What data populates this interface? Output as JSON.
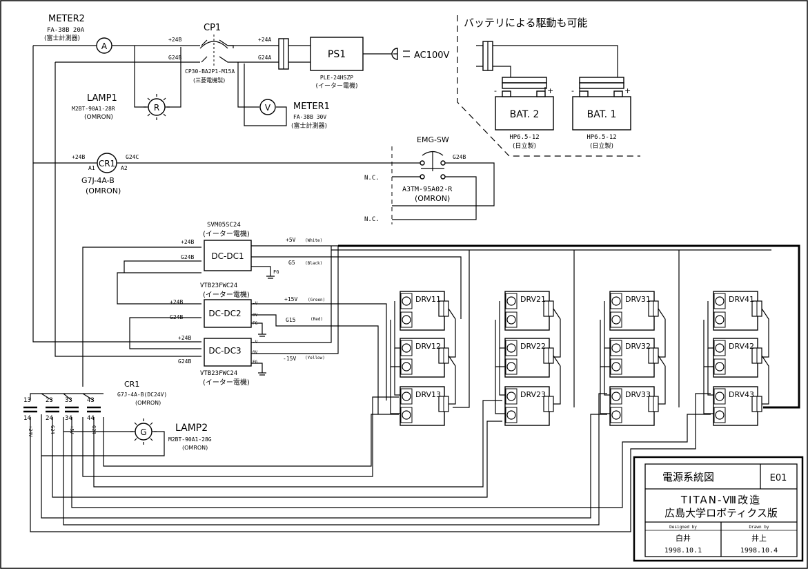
{
  "battery_note": "バッテリによる駆動も可能",
  "meter2": {
    "name": "METER2",
    "model": "FA-38B 20A",
    "maker": "(富士計測器)",
    "symbol": "A"
  },
  "meter1": {
    "name": "METER1",
    "model": "FA-38B 30V",
    "maker": "(富士計測器)",
    "symbol": "V"
  },
  "cp1": {
    "name": "CP1",
    "model": "CP30-BA2P1-M15A",
    "maker": "(三菱電機製)"
  },
  "ps1": {
    "name": "PS1",
    "model": "PLE-24HSZP",
    "maker": "(イーター電機)"
  },
  "ac": "AC100V",
  "lamp1": {
    "name": "LAMP1",
    "model": "M2BT-90A1-28R",
    "maker": "(OMRON)",
    "symbol": "R"
  },
  "cr1": {
    "name": "CR1",
    "model": "G7J-4A-B",
    "maker": "(OMRON)",
    "a1": "A1",
    "a2": "A2"
  },
  "emg": {
    "name": "EMG-SW",
    "model": "A3TM-95A02-R",
    "maker": "(OMRON)",
    "nc": "N.C."
  },
  "bat2": {
    "name": "BAT. 2",
    "model": "HP6.5-12",
    "maker": "(日立製)"
  },
  "bat1": {
    "name": "BAT. 1",
    "model": "HP6.5-12",
    "maker": "(日立製)"
  },
  "dc1": {
    "name": "DC-DC1",
    "model": "SVM05SC24",
    "maker": "(イーター電機)",
    "fg": "FG"
  },
  "dc2": {
    "name": "DC-DC2",
    "model": "VTB23FWC24",
    "maker": "(イーター電機)"
  },
  "dc3": {
    "name": "DC-DC3",
    "model": "VTB23FWC24",
    "maker": "(イーター電機)"
  },
  "pins": {
    "minus_v": "-V",
    "zero_v": "0V",
    "fg": "FG"
  },
  "nets": {
    "p24b": "+24B",
    "g24b": "G24B",
    "p24a": "+24A",
    "g24a": "G24A",
    "g24c": "G24C",
    "p5v": "+5V",
    "p5v_color": "(White)",
    "g5": "G5",
    "g5_color": "(Black)",
    "p15v": "+15V",
    "p15v_color": "(Green)",
    "g15": "G15",
    "g15_color": "(Red)",
    "m15v": "-15V",
    "m15v_color": "(Yellow)"
  },
  "cr1b": {
    "name": "CR1",
    "model": "G7J-4A-B(DC24V)",
    "maker": "(OMRON)",
    "top": [
      "13",
      "23",
      "33",
      "43"
    ],
    "bottom": [
      "14",
      "24",
      "34",
      "44"
    ],
    "vert": [
      "+24V",
      "G24",
      "+5V",
      "G24"
    ]
  },
  "lamp2": {
    "name": "LAMP2",
    "model": "M2BT-90A1-28G",
    "maker": "(OMRON)",
    "symbol": "G"
  },
  "drivers": [
    [
      "DRV11",
      "DRV12",
      "DRV13"
    ],
    [
      "DRV21",
      "DRV22",
      "DRV23"
    ],
    [
      "DRV31",
      "DRV32",
      "DRV33"
    ],
    [
      "DRV41",
      "DRV42",
      "DRV43"
    ]
  ],
  "titleblock": {
    "name": "電源系統図",
    "code": "E01",
    "project_line1": "TITAN-Ⅷ改造",
    "project_line2": "広島大学ロボティクス版",
    "designed_label": "Designed by",
    "drawn_label": "Drawn by",
    "designer": "白井",
    "drawer": "井上",
    "designed_date": "1998.10.1",
    "drawn_date": "1998.10.4"
  }
}
